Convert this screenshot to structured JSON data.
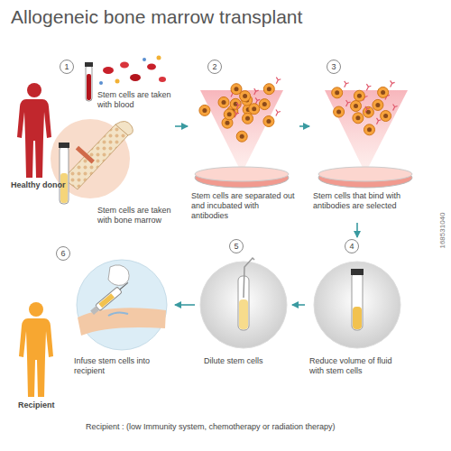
{
  "diagram": {
    "title": "Allogeneic bone marrow transplant",
    "caption": "Recipient : (low Immunity system, chemotherapy or radiation therapy)",
    "nodes": [
      {
        "text": [
          "1",
          "Stem cells are taken with blood",
          "Stem cells are taken with bone marrow"
        ]
      },
      {
        "text": [
          "2",
          "Stem cells are separated out and incubated with antibodies"
        ]
      },
      {
        "text": [
          "3",
          "Stem cells that bind with antibodies are selected"
        ]
      },
      {
        "text": [
          "4",
          "Reduce volume of fluid with stem cells"
        ]
      },
      {
        "text": [
          "5",
          "Dilute stem cells"
        ]
      },
      {
        "text": [
          "6",
          "Infuse stem cells into recipient"
        ]
      }
    ],
    "edges": [
      {
        "from": 0,
        "to": 1,
        "arrow": "to"
      },
      {
        "from": 1,
        "to": 2,
        "arrow": "to"
      },
      {
        "from": 2,
        "to": 3,
        "arrow": "to"
      },
      {
        "from": 3,
        "to": 4,
        "arrow": "to"
      },
      {
        "from": 4,
        "to": 5,
        "arrow": "to"
      }
    ],
    "labels": [
      "Healthy donor",
      "Recipient",
      "168531040"
    ]
  }
}
